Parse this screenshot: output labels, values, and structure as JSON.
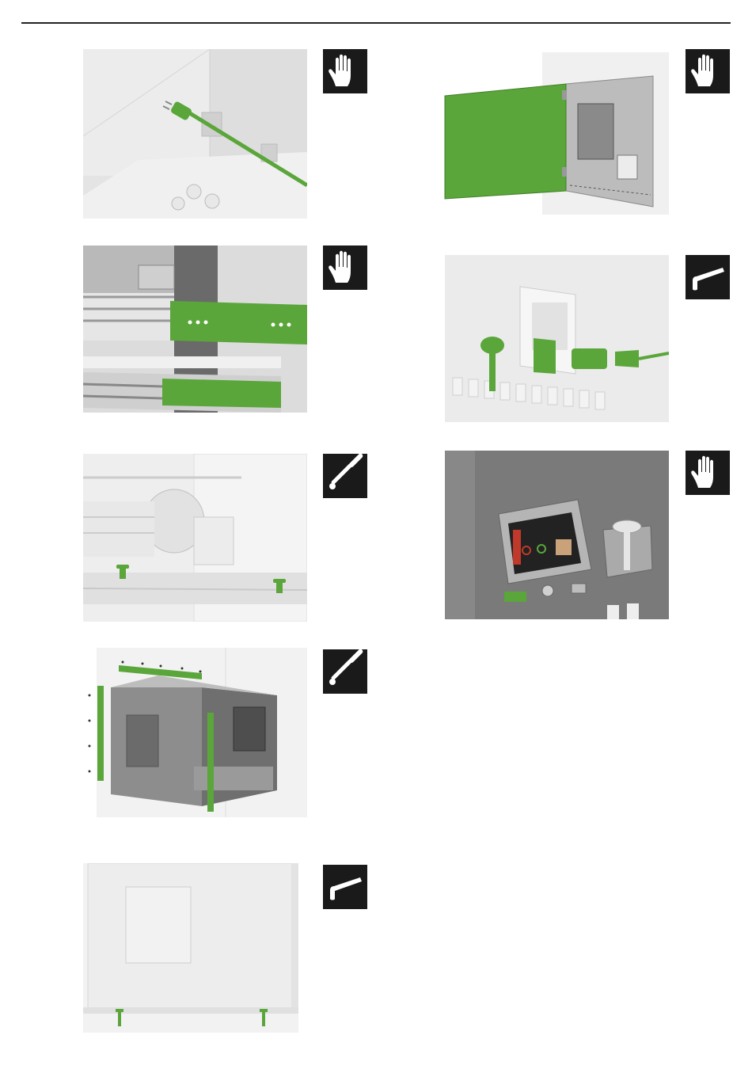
{
  "document": {
    "type": "installation-manual-page",
    "steps": [
      {
        "id": "step-1",
        "tool": "hand-icon",
        "illustration": "power-cable-routing"
      },
      {
        "id": "step-2",
        "tool": "hand-icon",
        "illustration": "rail-slides"
      },
      {
        "id": "step-3",
        "tool": "t-handle-wrench-icon",
        "illustration": "rail-bolts"
      },
      {
        "id": "step-4",
        "tool": "t-handle-wrench-icon",
        "illustration": "oven-trim-strips"
      },
      {
        "id": "step-5",
        "tool": "allen-key-icon",
        "illustration": "front-panel-screws"
      },
      {
        "id": "step-6",
        "tool": "hand-icon",
        "illustration": "open-control-door"
      },
      {
        "id": "step-7",
        "tool": "allen-key-icon",
        "illustration": "key-and-power-plug"
      },
      {
        "id": "step-8",
        "tool": "hand-icon",
        "illustration": "control-panel-display"
      }
    ]
  },
  "colors": {
    "accent": "#5aa63a",
    "tool_background": "#1a1a1a",
    "rule": "#222222"
  }
}
